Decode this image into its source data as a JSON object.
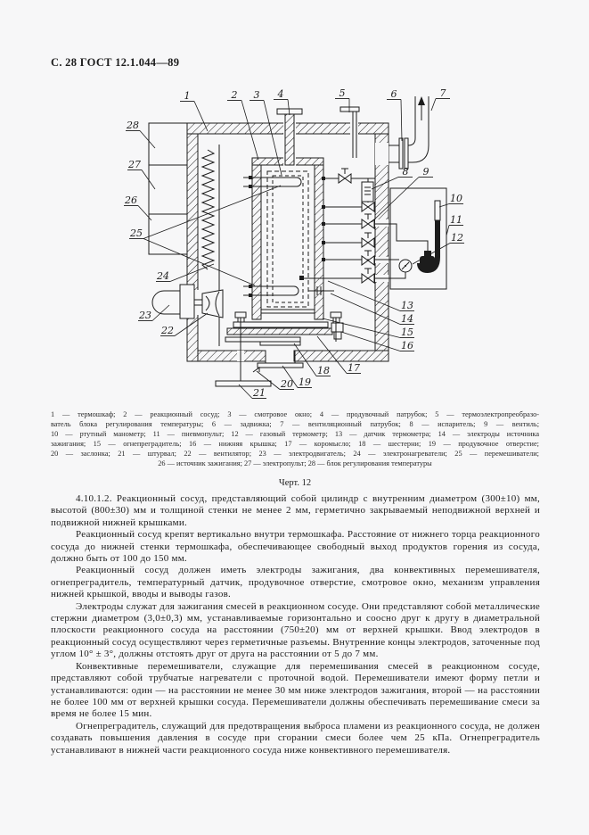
{
  "page": {
    "header": "С. 28 ГОСТ 12.1.044—89",
    "background_color": "#f7f7f8",
    "ink_color": "#1c1c1c"
  },
  "figure": {
    "callout_labels": [
      "1",
      "2",
      "3",
      "4",
      "5",
      "6",
      "7",
      "8",
      "9",
      "10",
      "11",
      "12",
      "13",
      "14",
      "15",
      "16",
      "17",
      "18",
      "19",
      "20",
      "21",
      "22",
      "23",
      "24",
      "25",
      "26",
      "27",
      "28"
    ],
    "caption_lines": [
      "1 — термошкаф; 2 — реакционный сосуд; 3 — смотровое окно; 4 — продувочный патрубок; 5 — термоэлектропреобразо-",
      "ватель блока регулирования температуры; 6 — задвижка; 7 — вентиляционный патрубок; 8 — испаритель; 9 — вентиль;",
      "10 — ртутный манометр; 11 — пневмопульт; 12 — газовый термометр; 13 — датчик термометра; 14 — электроды источника",
      "зажигания; 15 — огнепреградитель; 16 — нижняя крышка; 17 — коромысло; 18 — шестерни; 19 — продувочное отверстие;",
      "20 — заслонка; 21 — штурвал; 22 — вентилятор; 23 — электродвигатель; 24 — электронагреватели; 25 — перемешиватели;",
      "26 — источник зажигания; 27 — электропульт; 28 — блок регулирования температуры"
    ],
    "figure_label": "Черт. 12"
  },
  "body": {
    "paragraphs": [
      "4.10.1.2. Реакционный сосуд, представляющий собой цилиндр с внутренним диаметром (300±10) мм, высотой (800±30) мм и толщиной стенки не менее 2 мм, герметично закрываемый неподвижной верхней и подвижной нижней крышками.",
      "Реакционный сосуд крепят вертикально внутри термошкафа. Расстояние от нижнего торца реакционного сосуда до нижней стенки термошкафа, обеспечивающее свободный выход продуктов горения из сосуда, должно быть от 100 до 150 мм.",
      "Реакционный сосуд должен иметь электроды зажигания, два конвективных перемешивателя, огнепреградитель, температурный датчик, продувочное отверстие, смотровое окно, механизм управления нижней крышкой, вводы и выводы газов.",
      "Электроды служат для зажигания смесей в реакционном сосуде. Они представляют собой металлические стержни диаметром (3,0±0,3) мм, устанавливаемые горизонтально и соосно друг к другу в диаметральной плоскости реакционного сосуда на расстоянии (750±20) мм от верхней крышки. Ввод электродов в реакционный сосуд осуществляют через герметичные разъемы. Внутренние концы электродов, заточенные под углом 10° ± 3°, должны отстоять друг от друга на расстоянии от 5 до 7 мм.",
      "Конвективные перемешиватели, служащие для перемешивания смесей в реакционном сосуде, представляют собой трубчатые нагреватели с проточной водой. Перемешиватели имеют форму петли и устанавливаются: один — на расстоянии не менее 30 мм ниже электродов зажигания, второй — на расстоянии не более 100 мм от верхней крышки сосуда. Перемешиватели должны обеспечивать перемешивание смеси за время не более 15 мин.",
      "Огнепреградитель, служащий для предотвращения выброса пламени из реакционного сосуда, не должен создавать повышения давления в сосуде при сгорании смеси более чем 25 кПа. Огнепреградитель устанавливают в нижней части реакционного сосуда ниже конвективного перемешивателя."
    ]
  }
}
